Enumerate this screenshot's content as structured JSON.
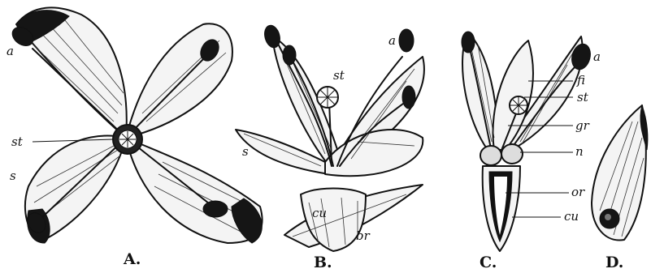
{
  "figures": [
    {
      "id": "A",
      "caption": "A.",
      "labels": {
        "anther": "a",
        "stigma": "st",
        "sepal": "s"
      }
    },
    {
      "id": "B",
      "caption": "B.",
      "labels": {
        "anther": "a",
        "stigma": "st",
        "sepal": "s",
        "cup": "cu",
        "bract": "br"
      }
    },
    {
      "id": "C",
      "caption": "C.",
      "labels": {
        "anther": "a",
        "filament": "fi",
        "stigma": "st",
        "style": "gr",
        "nectary": "n",
        "ovary": "or",
        "cup": "cu"
      }
    },
    {
      "id": "D",
      "caption": "D."
    }
  ]
}
